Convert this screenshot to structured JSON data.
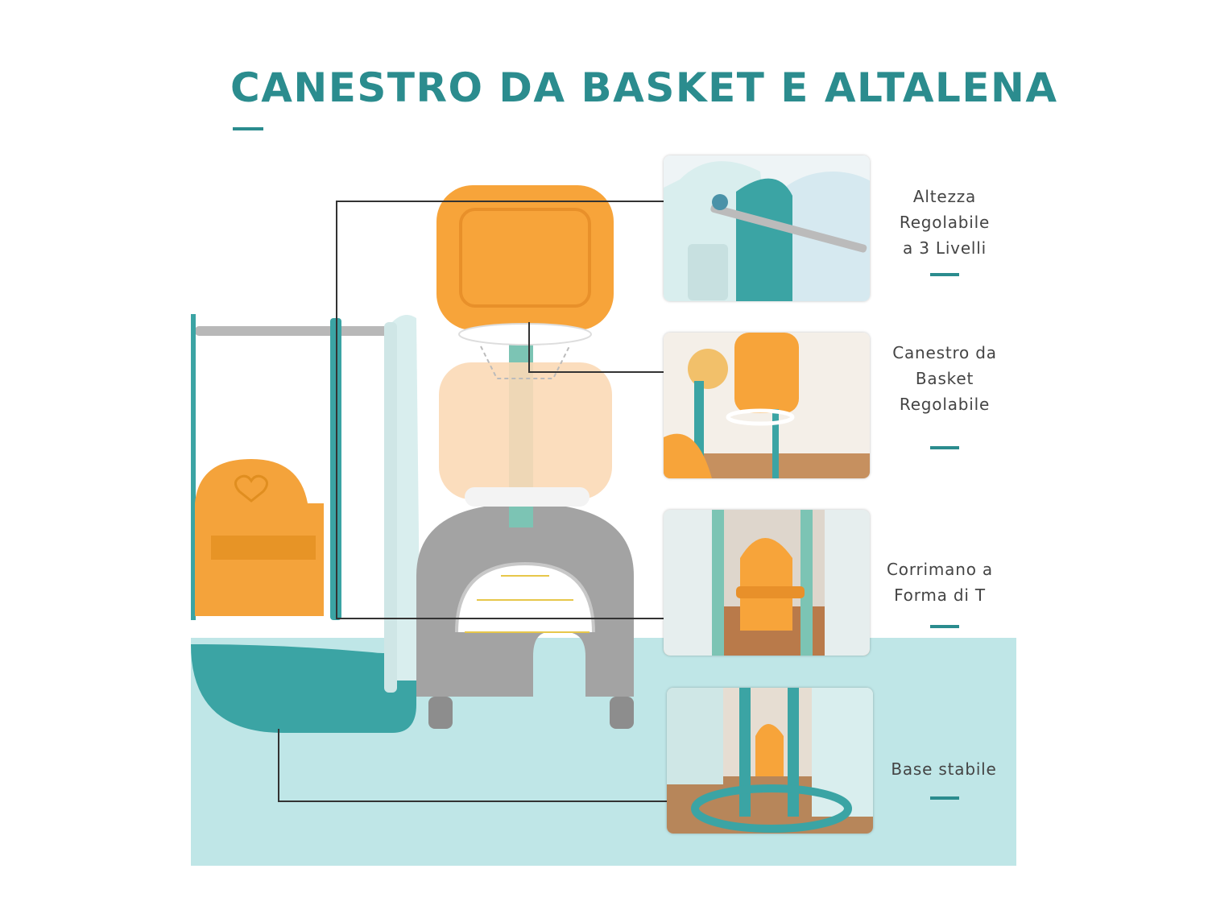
{
  "title": "CANESTRO DA BASKET E ALTALENA",
  "colors": {
    "accent": "#2b8c8e",
    "floor": "#bfe6e7",
    "orange": "#f7a43a",
    "grey": "#9b9b9b",
    "teal": "#3ba4a4",
    "mint": "#d9eeee"
  },
  "features": [
    {
      "lines": [
        "Altezza",
        "Regolabile",
        "a 3 Livelli"
      ],
      "image": "height-adjust-photo"
    },
    {
      "lines": [
        "Canestro da",
        "Basket",
        "Regolabile"
      ],
      "image": "basket-hoop-photo"
    },
    {
      "lines": [
        "Corrimano a",
        "Forma di T"
      ],
      "image": "t-handrail-photo"
    },
    {
      "lines": [
        "Base stabile"
      ],
      "image": "stable-base-photo"
    }
  ]
}
